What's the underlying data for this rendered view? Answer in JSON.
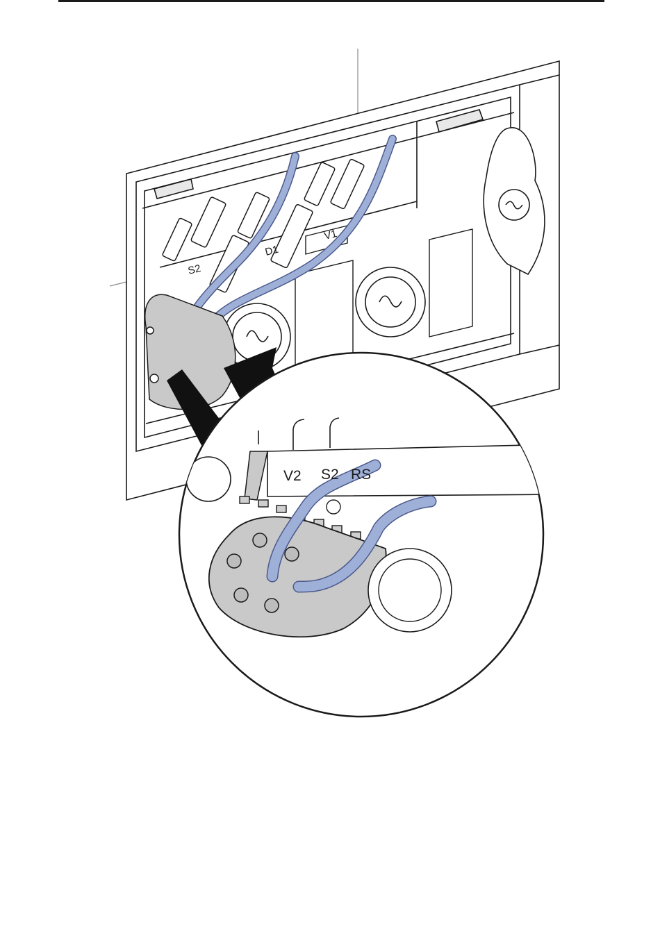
{
  "diagram": {
    "labels": {
      "s2": "S2",
      "d1": "D1",
      "v1": "V1"
    },
    "detail_labels": {
      "v2": "V2",
      "s2": "S2",
      "rs": "RS"
    },
    "colors": {
      "cable_blue": "#9fb0d8",
      "cable_outline": "#4c5a8c",
      "metal_gray": "#c9c9c9",
      "line": "#1a1a1a",
      "arrow": "#111111"
    }
  }
}
